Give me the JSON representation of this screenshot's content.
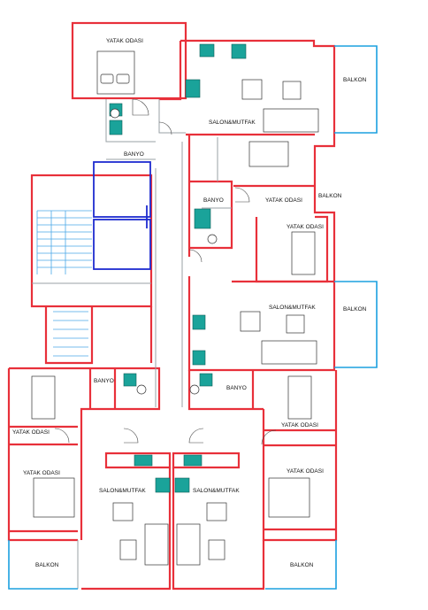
{
  "rooms": {
    "bed_top": "YATAK ODASI",
    "salon_top": "SALON&MUTFAK",
    "balkon_top": "BALKON",
    "banyo_top": "BANYO",
    "banyo_mid": "BANYO",
    "bed_mid_a": "YATAK ODASI",
    "bed_mid_b": "YATAK ODASI",
    "balkon_mid_small": "BALKON",
    "salon_mid": "SALON&MUTFAK",
    "balkon_mid": "BALKON",
    "banyo_left": "BANYO",
    "banyo_right": "BANYO",
    "bed_left_a": "YATAK ODASI",
    "bed_left_b": "YATAK ODASI",
    "bed_right_a": "YATAK ODASI",
    "bed_right_b": "YATAK ODASI",
    "salon_bl": "SALON&MUTFAK",
    "salon_br": "SALON&MUTFAK",
    "balkon_bl": "BALKON",
    "balkon_br": "BALKON"
  },
  "colors": {
    "exterior_wall": "#e8303a",
    "interior_wall": "#9aa0a6",
    "balcony_rail": "#1ba0df",
    "core_shaft": "#1e2bd0",
    "kitchen_fixture": "#1aa39a"
  },
  "icons": [
    "bed-icon",
    "sofa-icon",
    "armchair-icon",
    "table-icon",
    "stove-icon",
    "sink-icon",
    "toilet-icon",
    "door-swing-icon",
    "stair-icon",
    "elevator-icon"
  ]
}
